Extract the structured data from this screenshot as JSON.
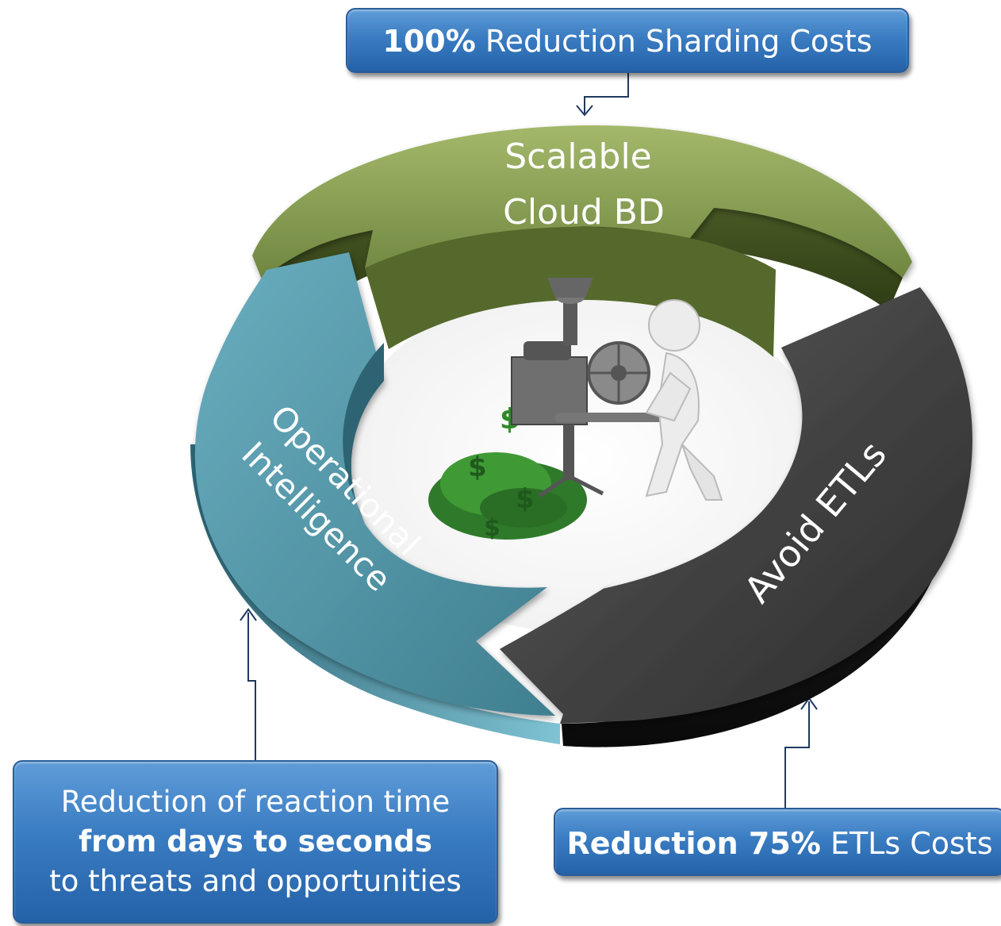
{
  "callouts": {
    "top": {
      "bold": "100%",
      "text": " Reduction Sharding Costs"
    },
    "left": {
      "line1": "Reduction of reaction time",
      "line2_bold": "from days to seconds",
      "line3": "to threats and opportunities"
    },
    "right": {
      "bold": "Reduction 75%",
      "text": " ETLs Costs"
    }
  },
  "cycle": {
    "segments": [
      {
        "lines": [
          "Scalable",
          "Cloud BD"
        ],
        "color": "#8ea35a"
      },
      {
        "lines": [
          "Avoid ETLs"
        ],
        "color": "#3b3b3b"
      },
      {
        "lines": [
          "Operational",
          "Intelligence"
        ],
        "color": "#5a9aab"
      }
    ]
  },
  "center_image": {
    "icon": "money-printing-machine-icon"
  },
  "colors": {
    "callout_blue": "#3a7cc2",
    "connector": "#1f3a5f"
  }
}
